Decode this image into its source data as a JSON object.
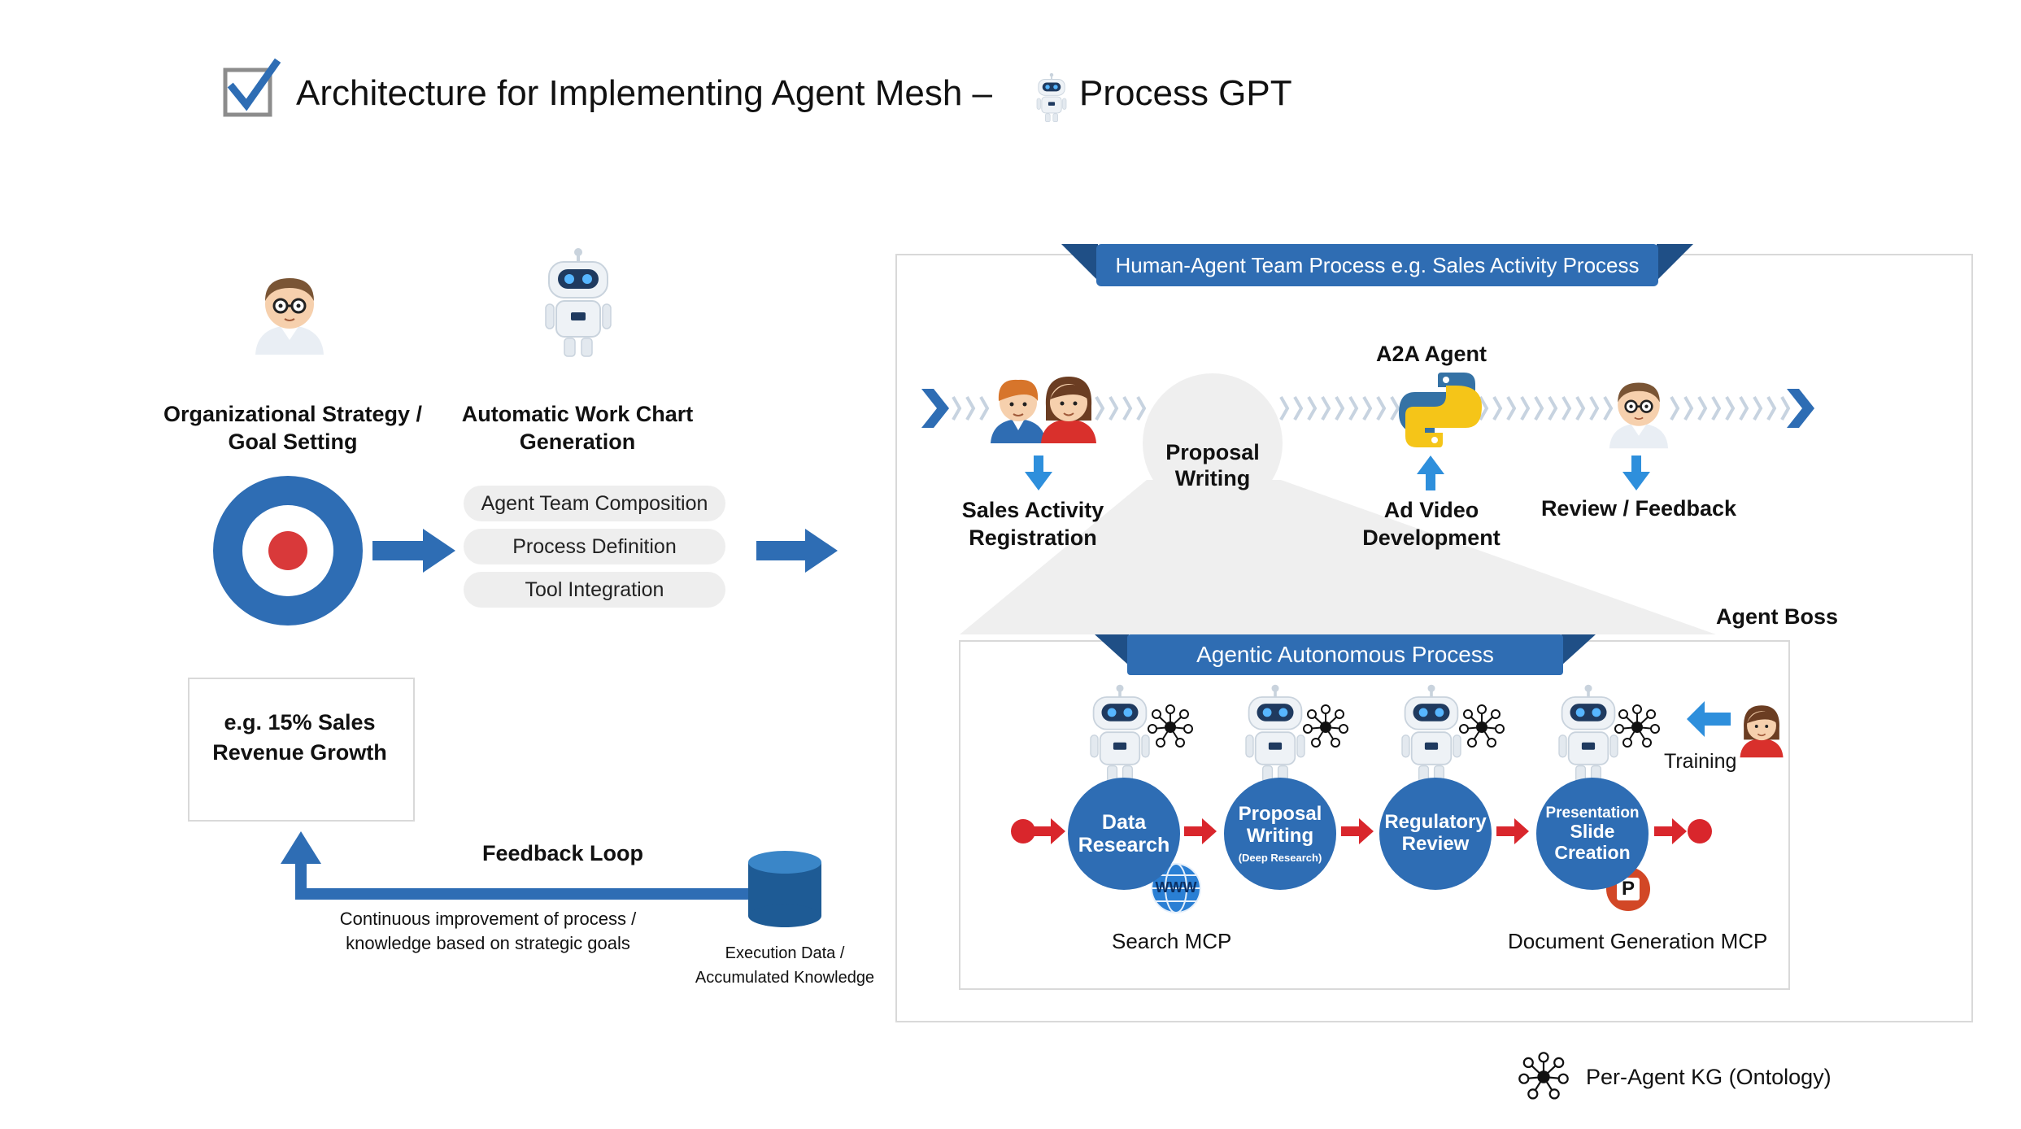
{
  "title": {
    "main": "Architecture for Implementing Agent Mesh –",
    "suffix": "Process GPT"
  },
  "left": {
    "strategy_label": [
      "Organizational Strategy /",
      "Goal Setting"
    ],
    "workchart_label": [
      "Automatic Work Chart",
      "Generation"
    ],
    "pills": [
      "Agent Team Composition",
      "Process Definition",
      "Tool Integration"
    ],
    "goal_example": [
      "e.g. 15% Sales",
      "Revenue Growth"
    ],
    "feedback_title": "Feedback Loop",
    "feedback_desc": [
      "Continuous improvement of process /",
      "knowledge based on strategic goals"
    ],
    "db_label": [
      "Execution Data /",
      "Accumulated Knowledge"
    ]
  },
  "team_process": {
    "banner": "Human-Agent Team Process e.g. Sales Activity Process",
    "a2a_agent": "A2A Agent",
    "proposal": [
      "Proposal",
      "Writing"
    ],
    "sales_activity": [
      "Sales Activity",
      "Registration"
    ],
    "ad_video": [
      "Ad Video",
      "Development"
    ],
    "review": "Review / Feedback",
    "agent_boss": "Agent Boss"
  },
  "autonomous": {
    "banner": "Agentic Autonomous Process",
    "nodes": [
      {
        "lines": [
          "Data",
          "Research"
        ],
        "sub": ""
      },
      {
        "lines": [
          "Proposal",
          "Writing"
        ],
        "sub": "(Deep Research)"
      },
      {
        "lines": [
          "Regulatory",
          "Review"
        ],
        "sub": ""
      },
      {
        "lines": [
          "Presentation",
          "Slide",
          "Creation"
        ],
        "sub": ""
      }
    ],
    "www_label": "WWW",
    "ppt_label": "P",
    "training": "Training",
    "search_mcp": "Search MCP",
    "doc_mcp": "Document Generation MCP"
  },
  "legend": "Per-Agent KG (Ontology)",
  "colors": {
    "blue": "#2e6db4",
    "red": "#d9262c",
    "checkbox": "#2e6db4"
  }
}
